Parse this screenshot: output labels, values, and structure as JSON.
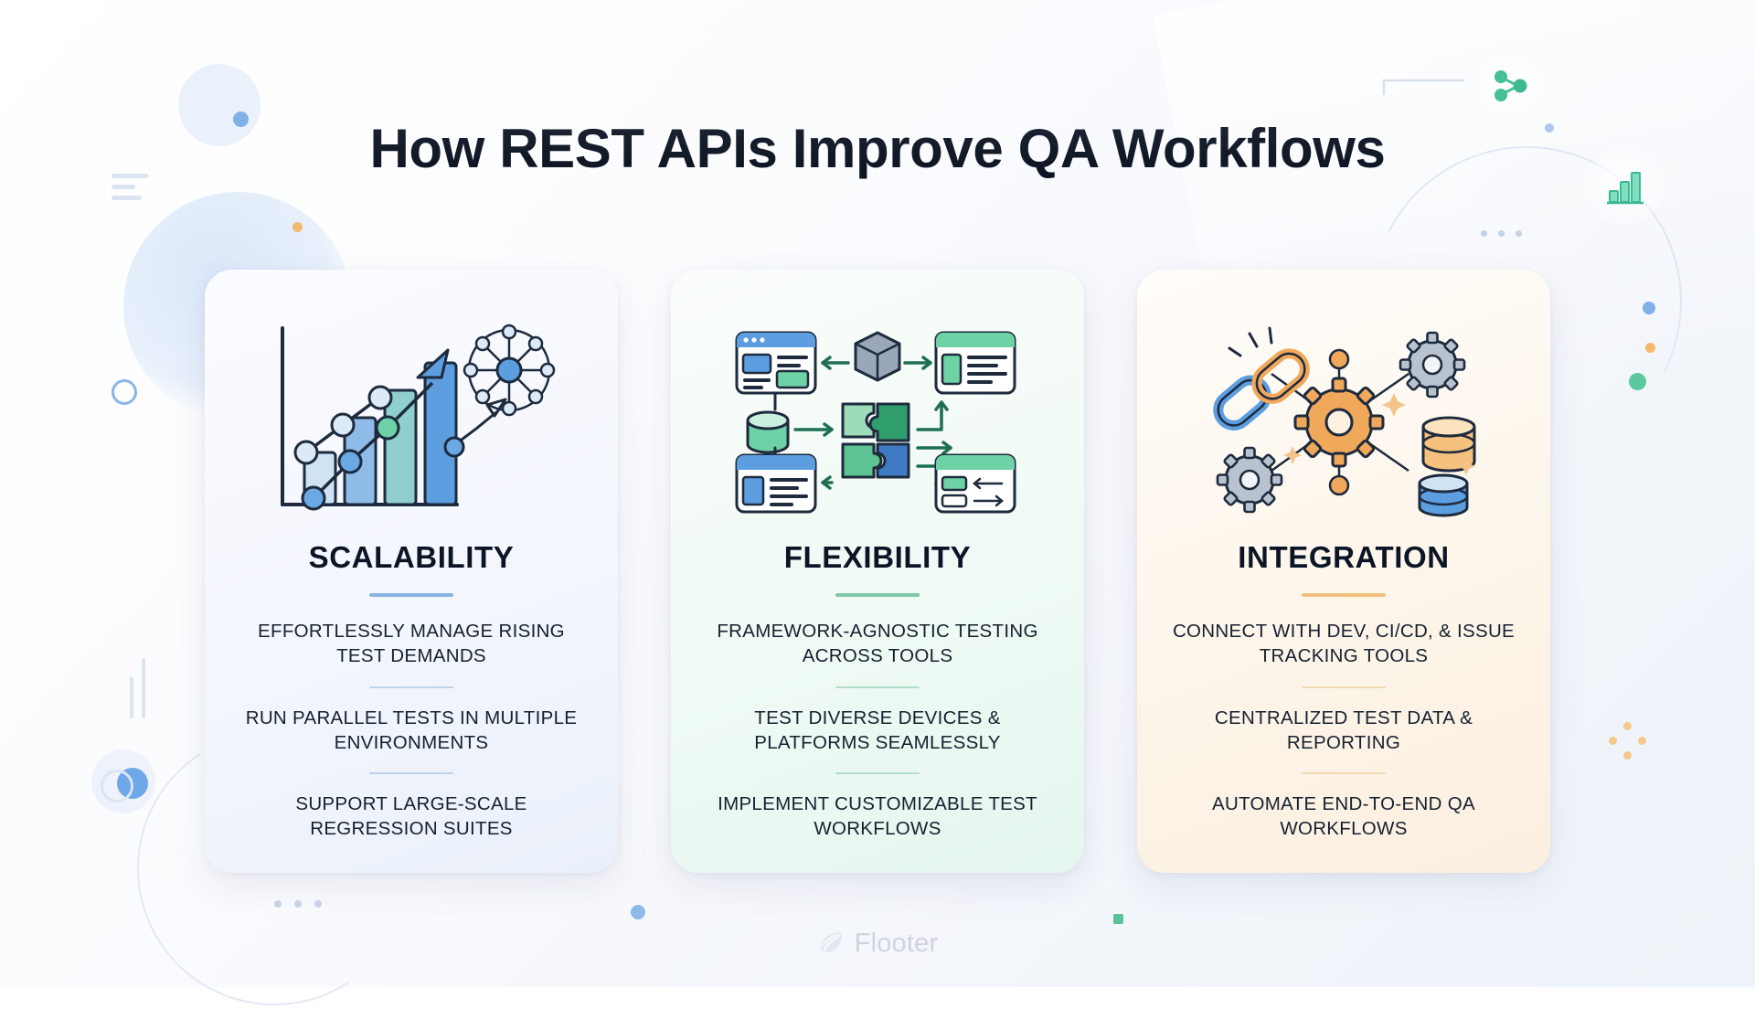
{
  "page": {
    "title": "How REST APIs Improve QA Workflows",
    "background_colors": {
      "page_start": "#ffffff",
      "page_end": "#eef3f9"
    }
  },
  "cards": [
    {
      "id": "scalability",
      "title": "SCALABILITY",
      "accent": "#8ab4e0",
      "icon_name": "growth-bar-chart-network-icon",
      "bullets": [
        "EFFORTLESSLY MANAGE RISING TEST DEMANDS",
        "RUN PARALLEL TESTS IN MULTIPLE ENVIRONMENTS",
        "SUPPORT LARGE-SCALE REGRESSION SUITES"
      ]
    },
    {
      "id": "flexibility",
      "title": "FLEXIBILITY",
      "accent": "#7fc9a8",
      "icon_name": "puzzle-integration-windows-icon",
      "bullets": [
        "FRAMEWORK-AGNOSTIC TESTING ACROSS TOOLS",
        "TEST DIVERSE DEVICES & PLATFORMS SEAMLESSLY",
        "IMPLEMENT CUSTOMIZABLE TEST WORKFLOWS"
      ]
    },
    {
      "id": "integration",
      "title": "INTEGRATION",
      "accent": "#f0c07a",
      "icon_name": "gears-chain-database-icon",
      "bullets": [
        "CONNECT WITH DEV, CI/CD, & ISSUE TRACKING TOOLS",
        "CENTRALIZED TEST DATA & REPORTING",
        "AUTOMATE END-TO-END QA WORKFLOWS"
      ]
    }
  ],
  "footer": {
    "brand": "Flooter",
    "logo_icon": "flooter-leaf-logo-icon"
  },
  "decorations": {
    "share_icon": "share-network-icon",
    "chart_icon": "bar-chart-icon"
  }
}
